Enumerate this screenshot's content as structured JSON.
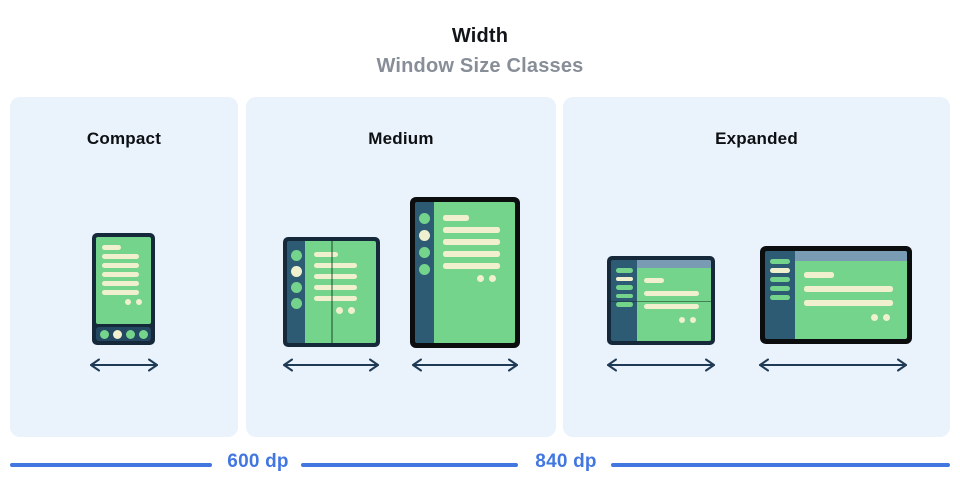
{
  "header": {
    "title": "Width",
    "subtitle": "Window Size Classes"
  },
  "panels": [
    {
      "id": "compact",
      "label": "Compact",
      "devices": [
        "phone"
      ]
    },
    {
      "id": "medium",
      "label": "Medium",
      "devices": [
        "foldable-open",
        "tablet-portrait"
      ]
    },
    {
      "id": "expanded",
      "label": "Expanded",
      "devices": [
        "foldable-landscape",
        "laptop-landscape"
      ]
    }
  ],
  "scale": {
    "breakpoints": [
      "600 dp",
      "840 dp"
    ]
  },
  "icons": [
    "width-arrow-icon"
  ],
  "colors": {
    "accent_blue": "#4377E0",
    "panel_bg": "#EAF2FC",
    "device_green": "#74D48B",
    "frame_navy": "#16293B",
    "frame_black": "#0C0D0E",
    "sidebar_navy": "#2E5B74",
    "skeleton_cream": "#F0F0CF",
    "header_strip_blue": "#7A9BB4",
    "arrow_navy": "#1E3A54",
    "subtitle_gray": "#878E98"
  }
}
